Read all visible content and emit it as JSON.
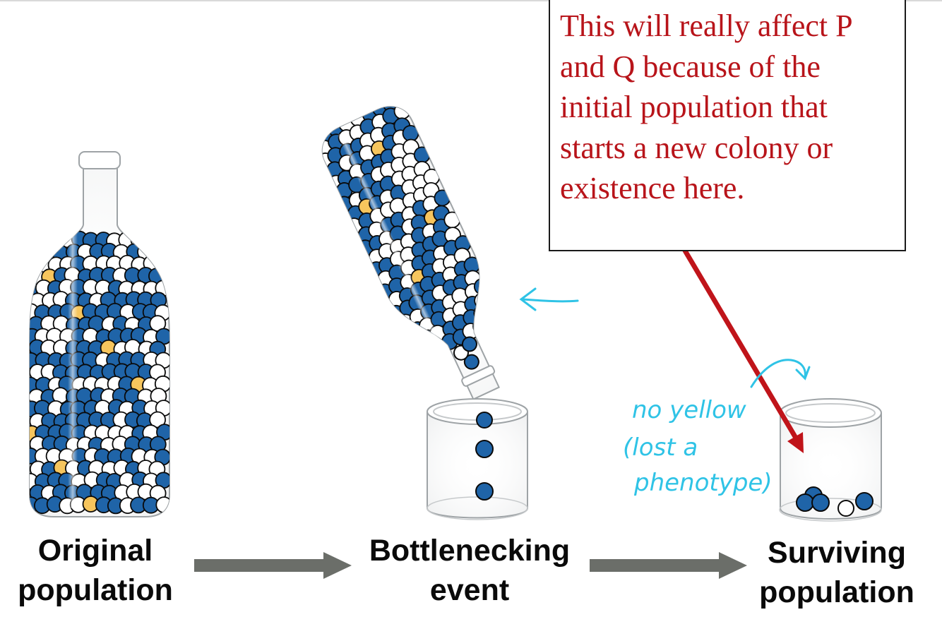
{
  "stages": {
    "original": {
      "line1": "Original",
      "line2": "population"
    },
    "bottleneck": {
      "line1": "Bottlenecking",
      "line2": "event"
    },
    "surviving": {
      "line1": "Surviving",
      "line2": "population"
    }
  },
  "note": {
    "text": "This will really affect P\nand Q because of the\ninitial population that\nstarts a new colony or\nexistence here."
  },
  "handwriting": {
    "line1": "no yellow",
    "line2": "(lost a",
    "line3": "phenotype)"
  },
  "colors": {
    "blue_bead": "#1f64a8",
    "white_bead": "#ffffff",
    "yellow_bead": "#f6c55d",
    "note_text": "#b8141a",
    "red_arrow": "#c0141a",
    "cyan_ink": "#2fc3e6",
    "gray_arrow": "#6b6e69"
  },
  "icons": {
    "flow_arrow": "right-arrow-icon",
    "bottle": "bottle-icon",
    "cup": "cup-icon"
  }
}
